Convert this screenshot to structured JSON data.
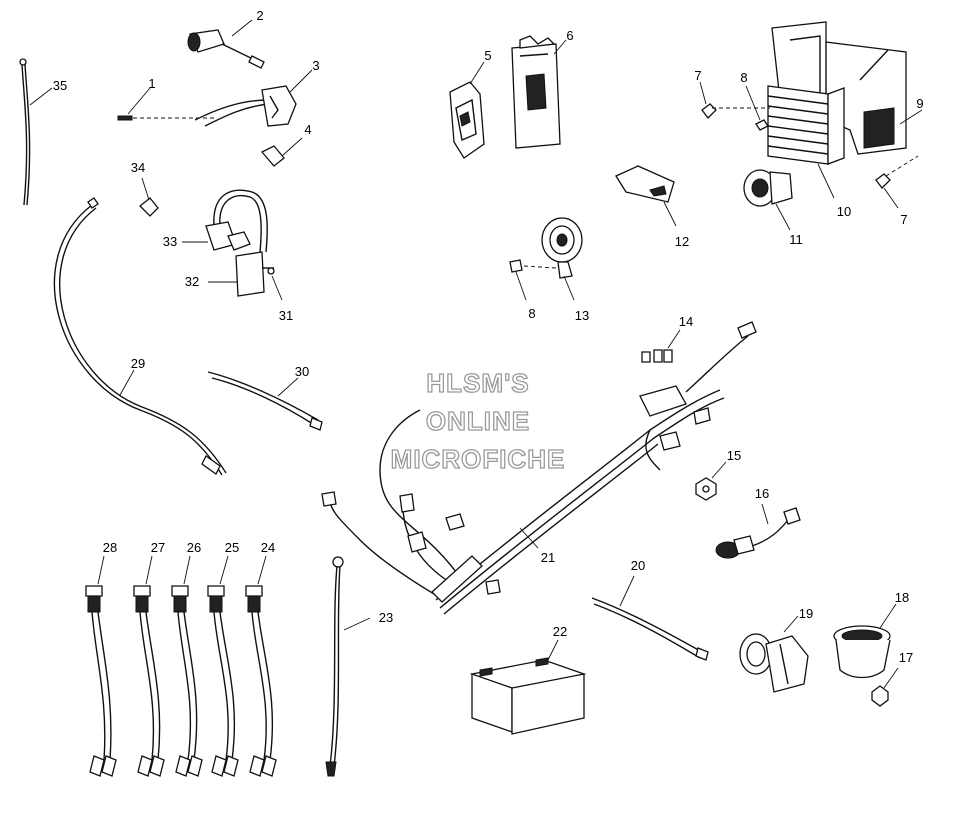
{
  "watermark": {
    "line1": "HLSM'S",
    "line2": "ONLINE",
    "line3": "MICROFICHE"
  },
  "callouts": {
    "c1": "1",
    "c2": "2",
    "c3": "3",
    "c4": "4",
    "c5": "5",
    "c6": "6",
    "c7a": "7",
    "c7b": "7",
    "c8a": "8",
    "c8b": "8",
    "c9": "9",
    "c10": "10",
    "c11": "11",
    "c12": "12",
    "c13": "13",
    "c14": "14",
    "c15": "15",
    "c16": "16",
    "c17": "17",
    "c18": "18",
    "c19": "19",
    "c20": "20",
    "c21": "21",
    "c22": "22",
    "c23": "23",
    "c24": "24",
    "c25": "25",
    "c26": "26",
    "c27": "27",
    "c28": "28",
    "c29": "29",
    "c30": "30",
    "c31": "31",
    "c32": "32",
    "c33": "33",
    "c34": "34",
    "c35": "35"
  },
  "parts": [
    "wire-tie",
    "ignition-switch",
    "connector-harness",
    "bulb",
    "relay",
    "relay-bracket",
    "screw",
    "bolt",
    "mounting-bracket",
    "regulator-rectifier",
    "power-socket",
    "cover",
    "horn",
    "fuse",
    "nut",
    "switch-harness",
    "nut",
    "indicator-housing",
    "lamp-socket",
    "ground-cable",
    "main-harness",
    "battery",
    "battery-cable",
    "wire-lead",
    "wire-lead",
    "wire-lead",
    "wire-lead",
    "wire-lead",
    "speedometer-cable",
    "strap",
    "screw",
    "ignition-coil",
    "spark-plug-cap",
    "clip",
    "ground-wire"
  ]
}
